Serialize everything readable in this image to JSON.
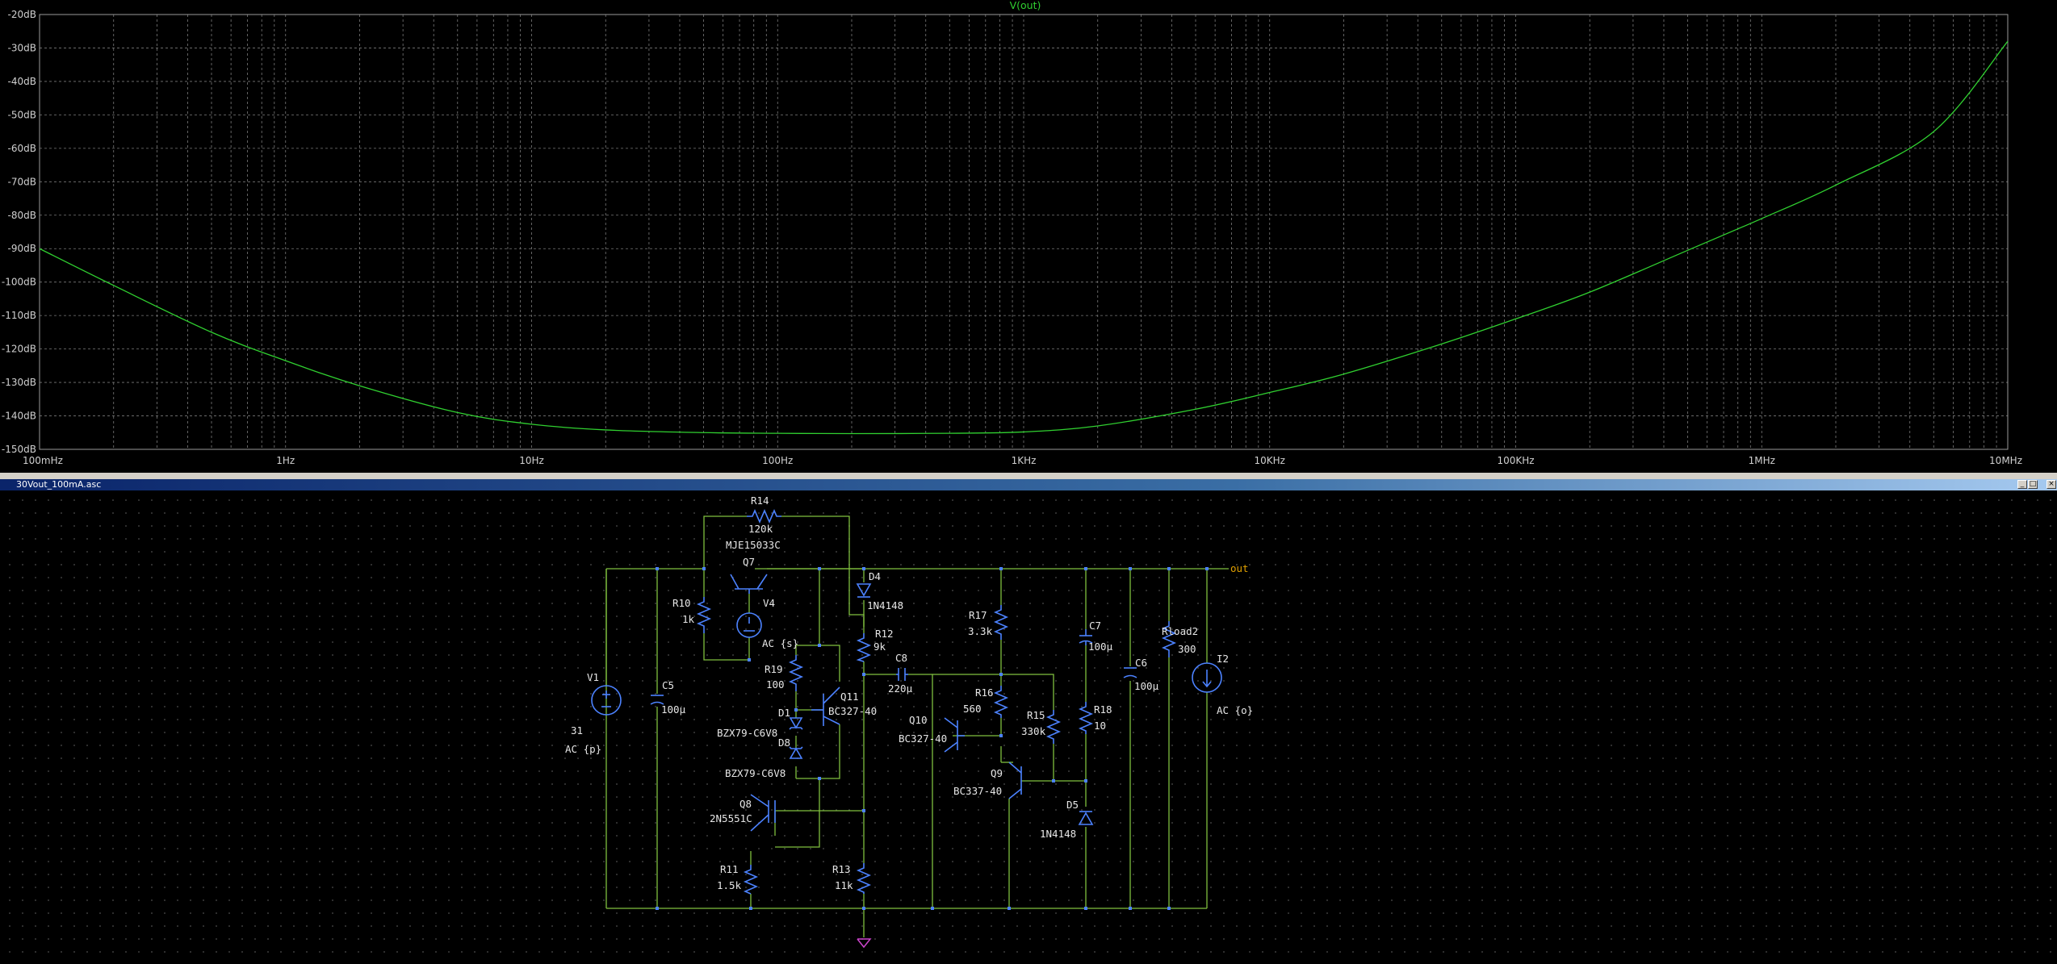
{
  "plot": {
    "trace_name": "V(out)",
    "trace_color": "#30d030",
    "grid_color": "#7a7a7a",
    "y_ticks": [
      "-20dB",
      "-30dB",
      "-40dB",
      "-50dB",
      "-60dB",
      "-70dB",
      "-80dB",
      "-90dB",
      "-100dB",
      "-110dB",
      "-120dB",
      "-130dB",
      "-140dB",
      "-150dB"
    ],
    "x_ticks": [
      "100mHz",
      "1Hz",
      "10Hz",
      "100Hz",
      "1KHz",
      "10KHz",
      "100KHz",
      "1MHz",
      "10MHz"
    ]
  },
  "chart_data": {
    "type": "line",
    "title": "V(out)",
    "x_scale": "log",
    "xlim_hz": [
      0.1,
      10000000
    ],
    "ylim_db": [
      -150,
      -20
    ],
    "grid": true,
    "series": [
      {
        "name": "V(out)",
        "x_hz": [
          0.1,
          0.2,
          0.5,
          1,
          2,
          5,
          10,
          20,
          50,
          100,
          200,
          500,
          1000,
          2000,
          5000,
          10000,
          20000,
          50000,
          100000,
          200000,
          500000,
          1000000,
          2000000,
          5000000,
          10000000
        ],
        "y_db": [
          -90,
          -101,
          -115,
          -123.5,
          -131,
          -139,
          -142.5,
          -144.2,
          -145,
          -145.2,
          -145.3,
          -145.2,
          -144.8,
          -143,
          -138,
          -133,
          -127.5,
          -118.5,
          -111,
          -103,
          -90.5,
          -81,
          -71,
          -55,
          -28
        ]
      }
    ]
  },
  "window": {
    "title": "30Vout_100mA.asc",
    "buttons": [
      "_",
      "□",
      "×"
    ]
  },
  "schematic": {
    "net_out": "out",
    "components": {
      "R14": {
        "name": "R14",
        "value": "120k"
      },
      "Q7": {
        "name": "Q7",
        "value": "MJE15033C"
      },
      "D4": {
        "name": "D4",
        "value": "1N4148"
      },
      "R10": {
        "name": "R10",
        "value": "1k"
      },
      "V4": {
        "name": "V4",
        "value": "AC {s}"
      },
      "R12": {
        "name": "R12",
        "value": "9k"
      },
      "R17": {
        "name": "R17",
        "value": "3.3k"
      },
      "C7": {
        "name": "C7",
        "value": "100µ"
      },
      "Rload2": {
        "name": "Rload2",
        "value": "300"
      },
      "I2": {
        "name": "I2",
        "value": "AC {o}"
      },
      "C8": {
        "name": "C8",
        "value": "220µ"
      },
      "V1": {
        "name": "V1",
        "value": "31",
        "value2": "AC {p}"
      },
      "C5": {
        "name": "C5",
        "value": "100µ"
      },
      "R19": {
        "name": "R19",
        "value": "100"
      },
      "Q11": {
        "name": "Q11",
        "value": "BC327-40"
      },
      "C6": {
        "name": "C6",
        "value": "100µ"
      },
      "R16": {
        "name": "R16",
        "value": "560"
      },
      "D1": {
        "name": "D1",
        "value": "BZX79-C6V8"
      },
      "D8": {
        "name": "D8",
        "value": "BZX79-C6V8"
      },
      "Q10": {
        "name": "Q10",
        "value": "BC327-40"
      },
      "R15": {
        "name": "R15",
        "value": "330k"
      },
      "R18": {
        "name": "R18",
        "value": "10"
      },
      "Q9": {
        "name": "Q9",
        "value": "BC337-40"
      },
      "D5": {
        "name": "D5",
        "value": "1N4148"
      },
      "Q8": {
        "name": "Q8",
        "value": "2N5551C"
      },
      "R11": {
        "name": "R11",
        "value": "1.5k"
      },
      "R13": {
        "name": "R13",
        "value": "11k"
      }
    }
  }
}
